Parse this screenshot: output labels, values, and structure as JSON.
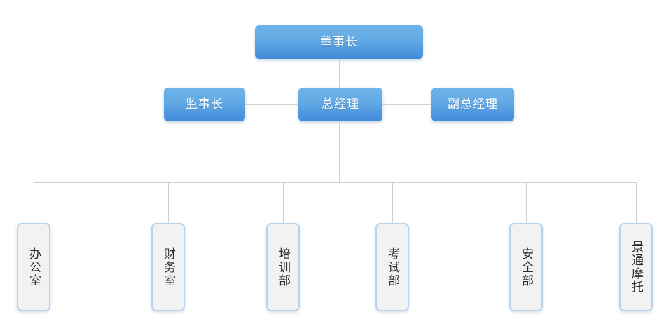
{
  "chart": {
    "type": "org-chart",
    "title": "",
    "background_color": "#ffffff",
    "line_color": "#d0d0d0",
    "executive_node_color": "#4a90d9",
    "department_node_color": "#f2f2f2",
    "department_border_color": "#b9d3ec",
    "levels": [
      {
        "level": 1,
        "nodes": [
          {
            "id": "chairman",
            "label": "董事长",
            "style": "blue"
          }
        ]
      },
      {
        "level": 2,
        "nodes": [
          {
            "id": "supervisor",
            "label": "监事长",
            "style": "blue"
          },
          {
            "id": "general-manager",
            "label": "总经理",
            "style": "blue"
          },
          {
            "id": "deputy-general-manager",
            "label": "副总经理",
            "style": "blue"
          }
        ]
      },
      {
        "level": 3,
        "orientation": "vertical-text",
        "nodes": [
          {
            "id": "office",
            "label": "办公室",
            "style": "light"
          },
          {
            "id": "finance-office",
            "label": "财务室",
            "style": "light"
          },
          {
            "id": "training-department",
            "label": "培训部",
            "style": "light"
          },
          {
            "id": "examination-department",
            "label": "考试部",
            "style": "light"
          },
          {
            "id": "safety-department",
            "label": "安全部",
            "style": "light"
          },
          {
            "id": "jingtong-motorcycle",
            "label": "景通摩托",
            "style": "light"
          }
        ]
      }
    ]
  }
}
